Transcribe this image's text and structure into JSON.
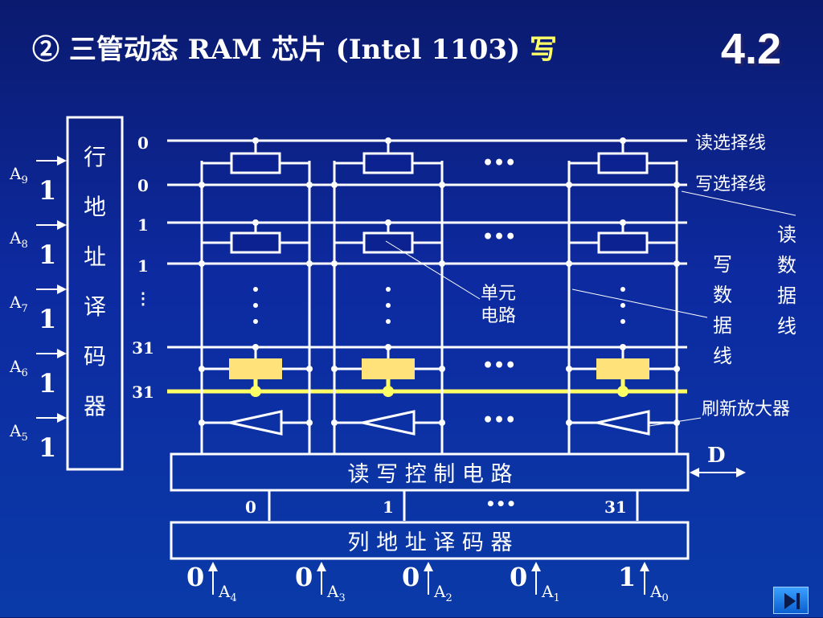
{
  "slide": {
    "title_prefix": "② 三管动态 RAM 芯片 (Intel 1103) ",
    "title_highlight": "写",
    "section_number": "4.2"
  },
  "diagram": {
    "row_decoder_label": [
      "行",
      "地",
      "址",
      "译",
      "码",
      "器"
    ],
    "row_inputs": [
      {
        "pin": "A",
        "sub": "9",
        "bit": "1"
      },
      {
        "pin": "A",
        "sub": "8",
        "bit": "1"
      },
      {
        "pin": "A",
        "sub": "7",
        "bit": "1"
      },
      {
        "pin": "A",
        "sub": "6",
        "bit": "1"
      },
      {
        "pin": "A",
        "sub": "5",
        "bit": "1"
      }
    ],
    "row_output_labels": [
      "0",
      "0",
      "1",
      "1",
      "⋮",
      "31",
      "31"
    ],
    "line_labels": {
      "read_select": "读选择线",
      "write_select": "写选择线",
      "read_data": [
        "读",
        "数",
        "据",
        "线"
      ],
      "write_data": [
        "写",
        "数",
        "据",
        "线"
      ],
      "cell": [
        "单元",
        "电路"
      ],
      "refresh_amp": "刷新放大器"
    },
    "dots_h": "•••",
    "rw_control_label": "读 写 控 制 电 路",
    "data_pin": "D",
    "column_labels": [
      "0",
      "1",
      "•••",
      "31"
    ],
    "col_decoder_label": "列 地 址 译 码 器",
    "col_inputs": [
      {
        "bit": "0",
        "pin": "A",
        "sub": "4"
      },
      {
        "bit": "0",
        "pin": "A",
        "sub": "3"
      },
      {
        "bit": "0",
        "pin": "A",
        "sub": "2"
      },
      {
        "bit": "0",
        "pin": "A",
        "sub": "1"
      },
      {
        "bit": "1",
        "pin": "A",
        "sub": "0"
      }
    ]
  },
  "colors": {
    "line": "#ffffff",
    "highlight": "#ffff66",
    "cell_fill": "#ffe27a"
  }
}
